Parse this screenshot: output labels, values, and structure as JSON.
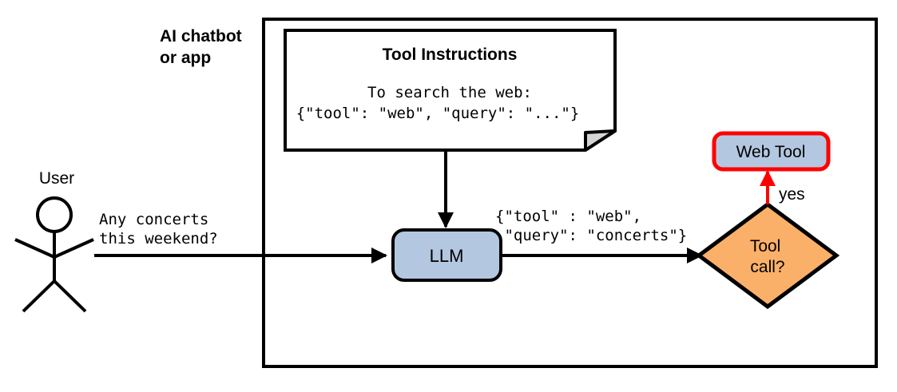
{
  "diagram": {
    "title_label": "AI chatbot\nor app",
    "container": {
      "name_label": "AI chatbot or app",
      "line1": "AI chatbot",
      "line2": "or app",
      "border_color": "#000000",
      "fill_color": "#ffffff"
    },
    "actor": {
      "label": "User",
      "kind": "stick-figure"
    },
    "note": {
      "title": "Tool Instructions",
      "body_line1": "To search the web:",
      "body_line2": "{\"tool\": \"web\", \"query\": \"...\"}",
      "fill_color": "#ffffff",
      "border_color": "#000000",
      "fold_fill": "#d4d4d4"
    },
    "nodes": [
      {
        "id": "llm",
        "label": "LLM",
        "shape": "rounded-rect",
        "fill_color": "#b4c7e0",
        "border_color": "#000000"
      },
      {
        "id": "decision",
        "label_line1": "Tool",
        "label_line2": "call?",
        "shape": "diamond",
        "fill_color": "#fbb069",
        "border_color": "#000000"
      },
      {
        "id": "webtool",
        "label": "Web Tool",
        "shape": "rounded-rect",
        "fill_color": "#b4c7e0",
        "border_color": "#ff0000"
      }
    ],
    "edges": [
      {
        "id": "user-to-llm",
        "from": "User",
        "to": "LLM",
        "label_line1": "Any concerts",
        "label_line2": "this weekend?",
        "color": "#000000"
      },
      {
        "id": "note-to-llm",
        "from": "Tool Instructions",
        "to": "LLM",
        "label_line1": "",
        "label_line2": "",
        "color": "#000000"
      },
      {
        "id": "llm-to-decision",
        "from": "LLM",
        "to": "Tool call?",
        "label_line1": "{\"tool\" : \"web\",",
        "label_line2": " \"query\": \"concerts\"}",
        "color": "#000000"
      },
      {
        "id": "decision-to-webtool",
        "from": "Tool call?",
        "to": "Web Tool",
        "label_line1": "yes",
        "label_line2": "",
        "color": "#ff0000"
      }
    ]
  }
}
